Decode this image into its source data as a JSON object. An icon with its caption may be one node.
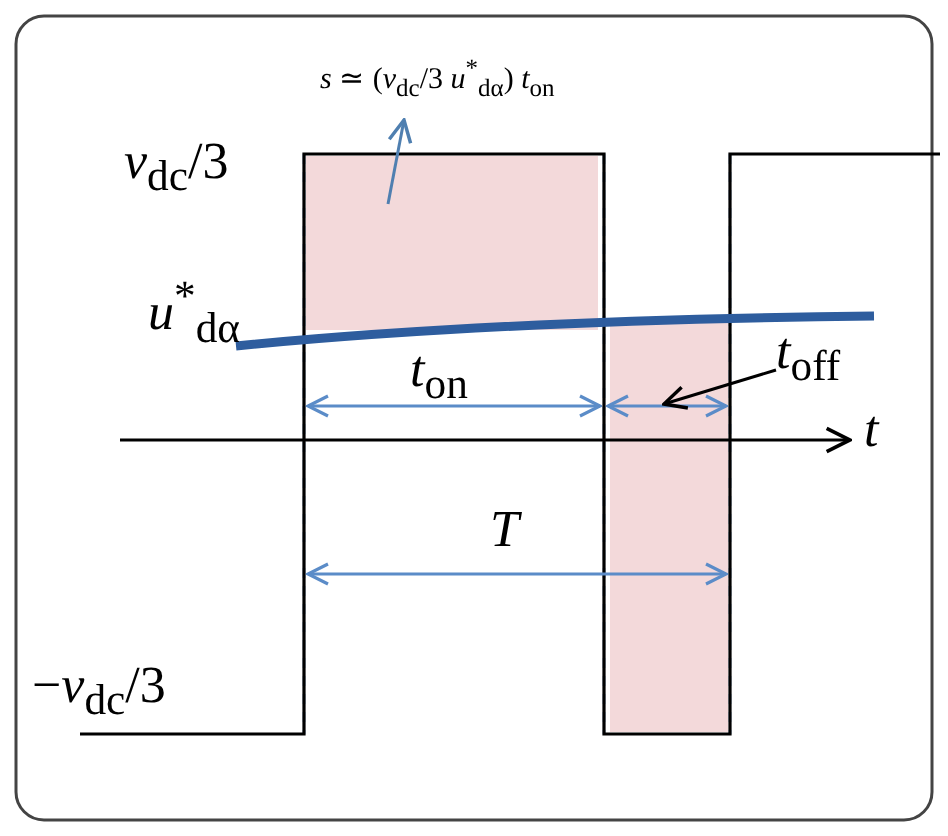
{
  "diagram": {
    "nodes": [
      {
        "text": [
          "*s* ≃ (*v*$_{dc}$/3   *u*$^{*}$$_{dα}$) *t*$_{on}$"
        ]
      },
      {
        "text": [],
        "shape": "box"
      },
      {
        "text": [
          "*t*$_{off}$"
        ]
      },
      {
        "text": [],
        "shape": "box"
      }
    ],
    "edges": [
      {
        "from": 1,
        "to": 0,
        "arrow": "to",
        "color": "#4f7fb0"
      },
      {
        "from": 2,
        "to": 3,
        "arrow": "to",
        "color": "#000000"
      }
    ],
    "labels": [
      "*v*$_{dc}$/3",
      "*u*$^{*}$$_{dα}$",
      "*t*$_{on}$",
      "*t*",
      "*T*",
      "−*v*$_{dc}$/3"
    ]
  }
}
